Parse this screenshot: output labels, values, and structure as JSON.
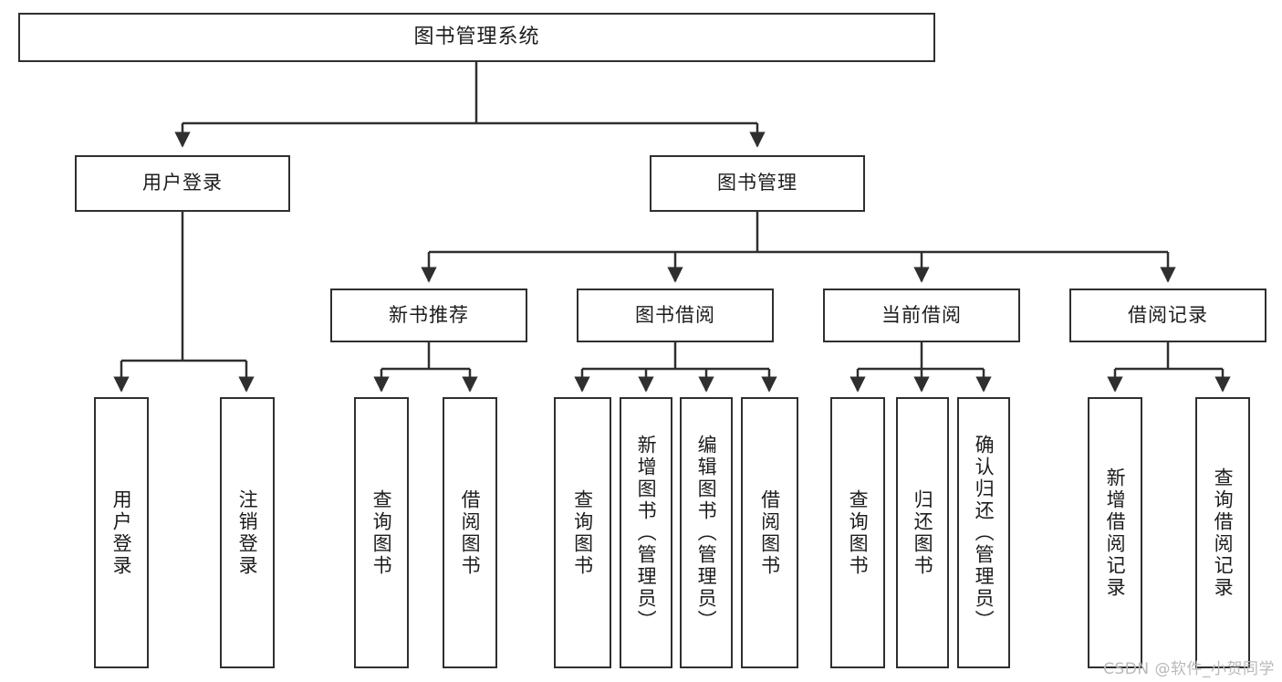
{
  "diagram": {
    "type": "tree-hierarchy",
    "title": "图书管理系统",
    "root": {
      "label": "图书管理系统"
    },
    "level2": [
      {
        "label": "用户登录"
      },
      {
        "label": "图书管理"
      }
    ],
    "level3": [
      {
        "label": "新书推荐"
      },
      {
        "label": "图书借阅"
      },
      {
        "label": "当前借阅"
      },
      {
        "label": "借阅记录"
      }
    ],
    "leaves": {
      "user_login": [
        {
          "label": "用户登录"
        },
        {
          "label": "注销登录"
        }
      ],
      "new_book_recommend": [
        {
          "label": "查询图书"
        },
        {
          "label": "借阅图书"
        }
      ],
      "book_borrow": [
        {
          "label": "查询图书"
        },
        {
          "label": "新增图书（管理员）"
        },
        {
          "label": "编辑图书（管理员）"
        },
        {
          "label": "借阅图书"
        }
      ],
      "current_borrow": [
        {
          "label": "查询图书"
        },
        {
          "label": "归还图书"
        },
        {
          "label": "确认归还（管理员）"
        }
      ],
      "borrow_record": [
        {
          "label": "新增借阅记录"
        },
        {
          "label": "查询借阅记录"
        }
      ]
    }
  },
  "watermark": {
    "text": "CSDN @软件_小贺同学"
  },
  "colors": {
    "stroke": "#2f2f2f",
    "text": "#1c1c1c",
    "background": "#ffffff",
    "watermark": "#b9b9b9"
  }
}
